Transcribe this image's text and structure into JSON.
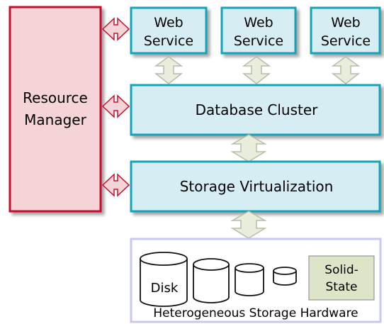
{
  "resource_manager": {
    "line1": "Resource",
    "line2": "Manager"
  },
  "web_services": [
    {
      "line1": "Web",
      "line2": "Service"
    },
    {
      "line1": "Web",
      "line2": "Service"
    },
    {
      "line1": "Web",
      "line2": "Service"
    }
  ],
  "database_cluster": {
    "label": "Database Cluster"
  },
  "storage_virtualization": {
    "label": "Storage Virtualization"
  },
  "storage_hardware": {
    "caption": "Heterogeneous Storage Hardware",
    "disk_label": "Disk",
    "solid_state": {
      "line1": "Solid-",
      "line2": "State"
    }
  },
  "colors": {
    "rm_fill": "#f5d4d8",
    "rm_border": "#c8102e",
    "service_fill": "#d5edf3",
    "service_border": "#17a2b8",
    "arrow_red_fill": "#f5d4d8",
    "arrow_red_border": "#c8102e",
    "arrow_grey_fill": "#e9eddb",
    "arrow_grey_border": "#b8bca9",
    "storage_panel_border": "#c7c8f0",
    "solid_state_fill": "#dde5c8"
  }
}
